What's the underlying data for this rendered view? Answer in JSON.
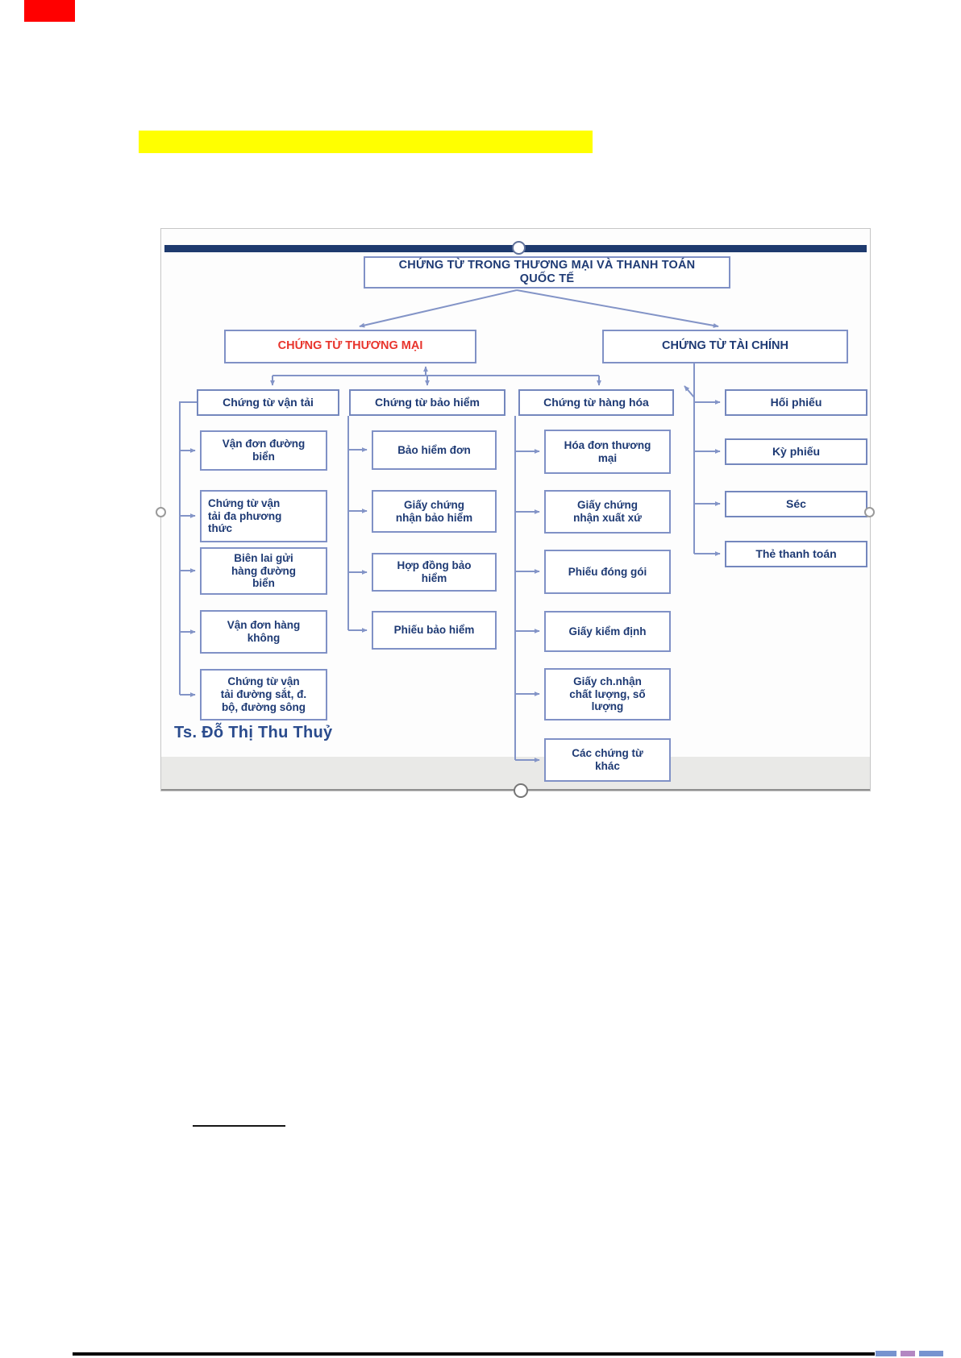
{
  "page": {
    "artifacts": {
      "red_marker_color": "#ff0000",
      "highlight_bar_color": "#ffff00"
    }
  },
  "diagram": {
    "title": "CHỨNG TỪ TRONG THƯƠNG MẠI VÀ THANH TOÁN\nQUỐC TẾ",
    "branches": {
      "commercial": "CHỨNG TỪ THƯƠNG MẠI",
      "financial": "CHỨNG TỪ TÀI CHÍNH"
    },
    "groups": [
      {
        "header": "Chứng từ vận tải",
        "items": [
          "Vận đơn đường\nbiển",
          "Chứng từ vận\ntải đa phương\nthức",
          "Biên lai gửi\nhàng đường\nbiển",
          "Vận đơn hàng\nkhông",
          "Chứng từ vận\ntải đường sắt, đ.\nbộ, đường sông"
        ]
      },
      {
        "header": "Chứng từ bảo hiểm",
        "items": [
          "Bảo hiểm đơn",
          "Giấy chứng\nnhận bảo hiểm",
          "Hợp đồng bảo\nhiểm",
          "Phiếu bảo hiểm"
        ]
      },
      {
        "header": "Chứng từ hàng hóa",
        "items": [
          "Hóa đơn thương\nmại",
          "Giấy chứng\nnhận xuất xứ",
          "Phiếu đóng gói",
          "Giấy kiểm định",
          "Giấy ch.nhận\nchất lượng, số\nlượng",
          "Các chứng từ\nkhác"
        ]
      }
    ],
    "financial_items": [
      "Hối phiếu",
      "Kỳ phiếu",
      "Séc",
      "Thẻ thanh toán"
    ],
    "author": "Ts. Đỗ Thị Thu Thuỷ",
    "colors": {
      "text_navy": "#1e3a74",
      "branch_red": "#e8342c",
      "connector_blue": "#8394c7",
      "top_bar_navy": "#1e3a6e",
      "bottom_band_gray": "#e9e9e7"
    }
  }
}
